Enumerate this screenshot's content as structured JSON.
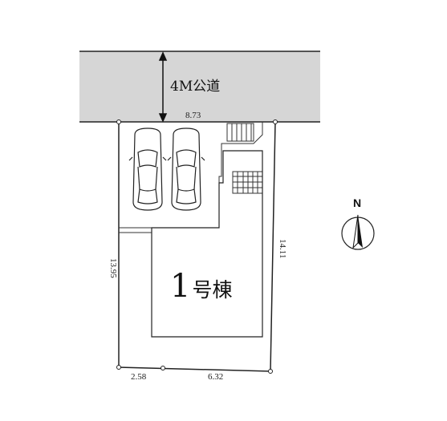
{
  "road": {
    "label": "4M公道"
  },
  "dimensions": {
    "top": "8.73",
    "left": "13.95",
    "right": "14.11",
    "bottom_left": "2.58",
    "bottom_right": "6.32"
  },
  "building": {
    "number": "1",
    "suffix": "号棟"
  },
  "compass": {
    "north": "N"
  },
  "parking": {
    "cars": 2
  },
  "colors": {
    "road_fill": "#d6d6d6",
    "line": "#222222"
  }
}
